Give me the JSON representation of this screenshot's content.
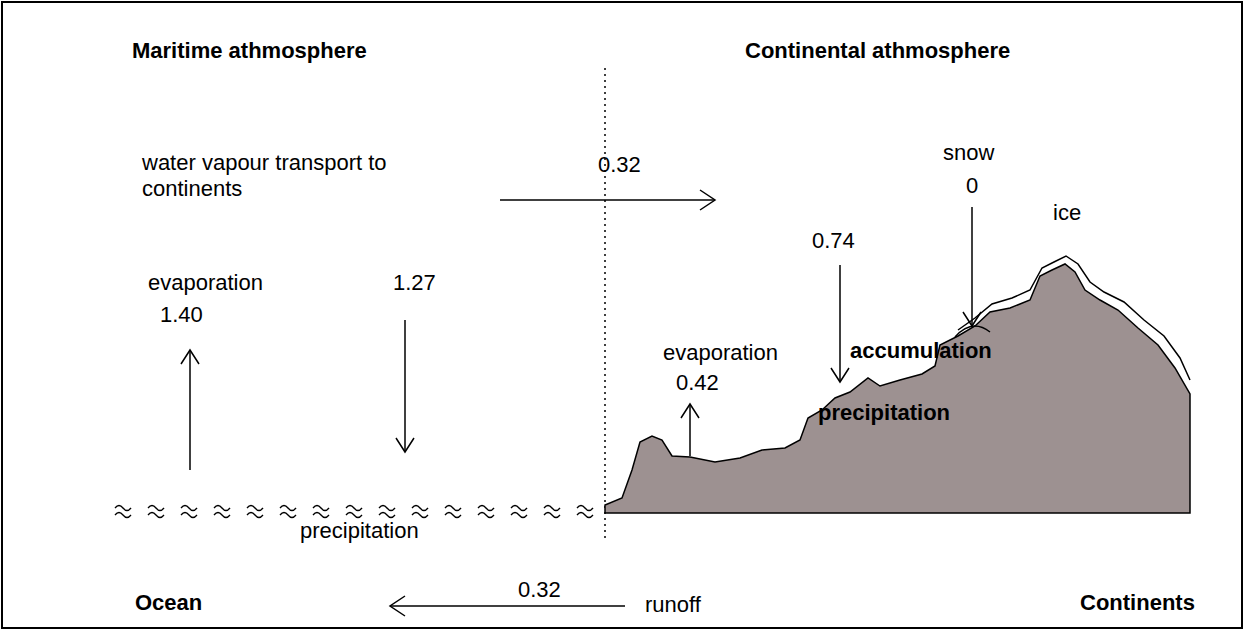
{
  "diagram": {
    "labels": [
      "Maritime athmosphere",
      "Continental athmosphere",
      "water vapour transport to continents",
      "0.32",
      "snow",
      "0",
      "ice",
      "evaporation",
      "1.40",
      "1.27",
      "0.74",
      "evaporation",
      "0.42",
      "accumulation",
      "precipitation",
      "precipitation",
      "0.32",
      "runoff",
      "Ocean",
      "Continents"
    ]
  }
}
